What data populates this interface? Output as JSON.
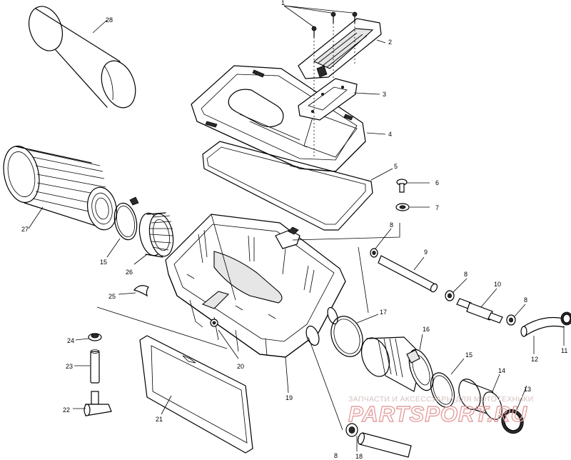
{
  "callouts": [
    "1",
    "2",
    "3",
    "4",
    "5",
    "6",
    "7",
    "8",
    "9",
    "8",
    "10",
    "8",
    "11",
    "12",
    "13",
    "14",
    "15",
    "16",
    "17",
    "18",
    "8",
    "19",
    "20",
    "21",
    "22",
    "23",
    "24",
    "25",
    "26",
    "15",
    "27",
    "28"
  ],
  "watermark": {
    "caption": "ЗАПЧАСТИ И АКСЕССУАРЫ ДЛЯ МОТОТЕХНИКИ",
    "brand": "PARTSPORT.RU"
  }
}
